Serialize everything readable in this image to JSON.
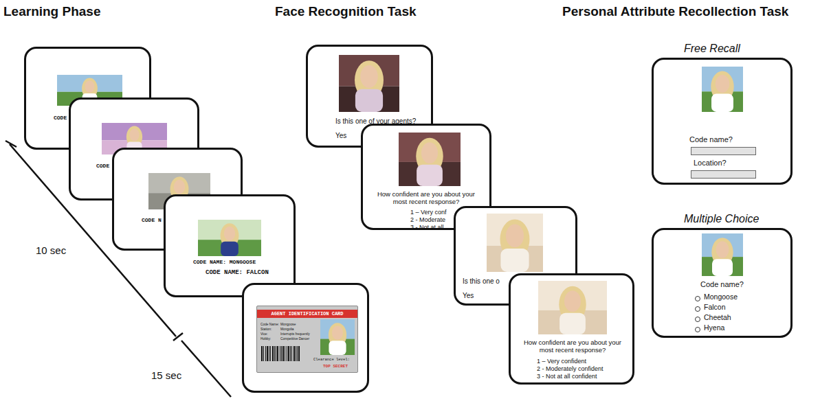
{
  "diagram": {
    "nodes": [
      {
        "text": [
          "CODE"
        ]
      },
      {
        "text": [
          "CODE"
        ]
      },
      {
        "text": [
          "CODE N"
        ]
      },
      {
        "text": [
          "CODE NAME: MONGOOSE"
        ]
      },
      {
        "text": [
          "CODE NAME: FALCON"
        ]
      },
      {
        "text": [
          "AGENT IDENTIFICATION CARD",
          "Code Name:",
          "Mongoose",
          "Station:",
          "Mongolia",
          "Vice:",
          "Interrupts frequently",
          "Hobby:",
          "Competitive Dancer",
          "Clearance level:",
          "TOP SECRET"
        ],
        "in": 4
      },
      {
        "text": [
          "Is this one of your agents?",
          "Yes"
        ]
      },
      {
        "text": [
          "How confident are you about your most recent response?",
          "1 – Very conf",
          "2 - Moderate",
          "3 - Not at all"
        ]
      },
      {
        "text": [
          "Is this one o",
          "Yes"
        ]
      },
      {
        "text": [
          "How confident are you about your most recent response?",
          "1 – Very confident",
          "2 - Moderately confident",
          "3 - Not at all confident"
        ]
      },
      {
        "text": [
          "Free Recall",
          "Code name?",
          "Location?"
        ]
      },
      {
        "text": [
          "Multiple Choice",
          "Code name?",
          "Mongoose",
          "Falcon",
          "Cheetah",
          "Hyena"
        ]
      }
    ],
    "labels": [
      "Learning Phase",
      "Face Recognition Task",
      "Personal Attribute Recollection Task",
      "10 sec",
      "15 sec"
    ]
  }
}
